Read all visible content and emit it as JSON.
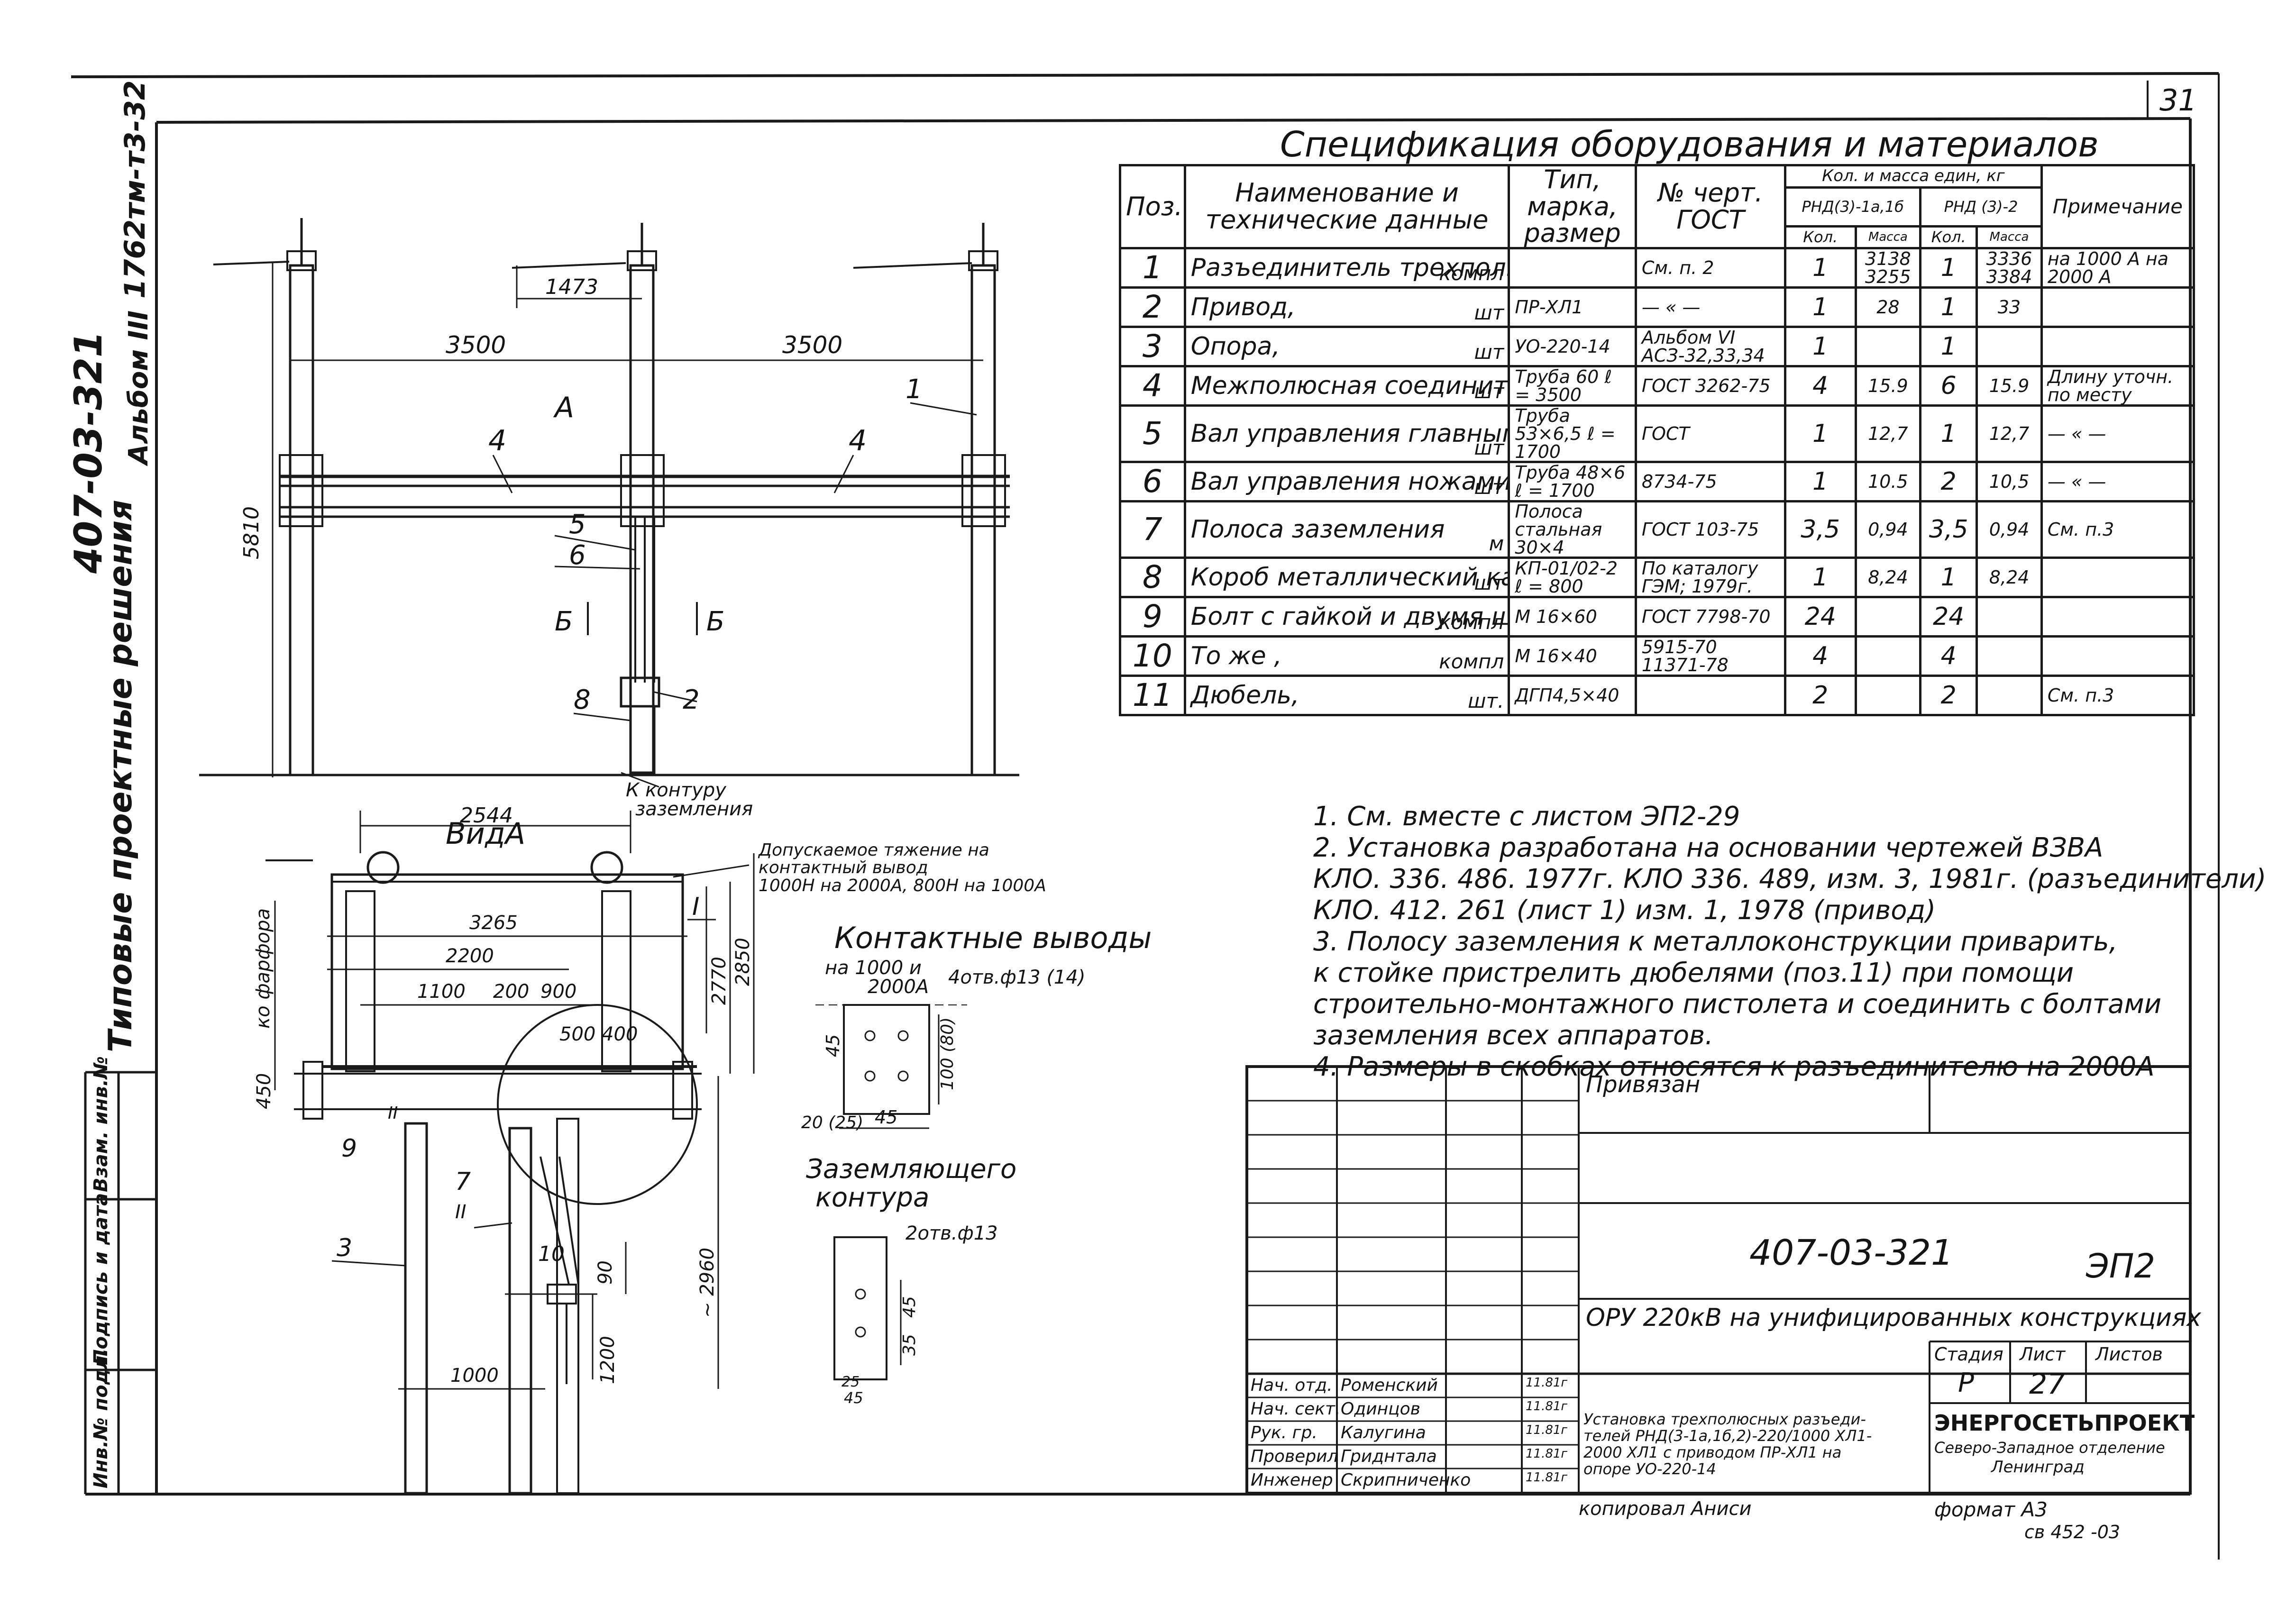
{
  "sheet": {
    "page_number": "31",
    "album_code": "1762тм-т3-32",
    "album_label": "Альбом III",
    "project_code_side": "407-03-321",
    "side_title": "Типовые проектные решения",
    "inv_labels": [
      "Инв.№ подл.",
      "Подпись и дата",
      "Взам. инв.№"
    ]
  },
  "drawing": {
    "dim_1473": "1473",
    "dim_3500_left": "3500",
    "dim_3500_right": "3500",
    "dim_5810": "5810",
    "label_A": "А",
    "label_B_left": "Б",
    "label_B_right": "Б",
    "contour_label_1": "К контуру",
    "contour_label_2": "заземления",
    "callouts": [
      "1",
      "4",
      "4",
      "5",
      "6",
      "2",
      "8"
    ],
    "view_title": "ВидА",
    "dim_2544": "2544",
    "dim_3265": "3265",
    "dim_2200": "2200",
    "dim_1100": "1100",
    "dim_200": "200",
    "dim_900": "900",
    "dim_500_400": "500 400",
    "dim_2770": "2770",
    "dim_2850": "2850",
    "dim_450": "450",
    "dim_2960": "~ 2960",
    "dim_1000": "1000",
    "dim_1200": "1200",
    "dim_90": "90",
    "porcelain": "ко фарфора",
    "roman_I": "I",
    "roman_II": "II",
    "view_callouts": [
      "9",
      "3",
      "7",
      "II",
      "10"
    ],
    "tension_note": [
      "Допускаемое тяжение на",
      "контактный вывод",
      "1000Н на 2000А, 800Н на 1000А"
    ],
    "contact_title": "Контактные выводы",
    "contact_sub1": "на 1000 и",
    "contact_sub2": "2000А",
    "contact_holes": "4отв.ф13 (14)",
    "contact_dims": [
      "45",
      "100 (80)",
      "20 (25)",
      "45"
    ],
    "ground_title1": "Заземляющего",
    "ground_title2": "контура",
    "ground_holes": "2отв.ф13",
    "ground_dims": [
      "45",
      "35",
      "45",
      "25"
    ]
  },
  "spec": {
    "title": "Спецификация оборудования и материалов",
    "headers": {
      "pos": "Поз.",
      "name": "Наименование и технические данные",
      "type": "Тип, марка, размер",
      "doc": "№ черт. ГОСТ",
      "qty_mass": "Кол. и масса един, кг",
      "rnd1": "РНД(3)-1а,1б",
      "rnd2": "РНД (3)-2",
      "qty": "Кол.",
      "mass": "Масса",
      "note": "Примечание"
    },
    "rows": [
      {
        "pos": "1",
        "name": "Разъединитель трехполюсный,",
        "unit": "компл",
        "type": "",
        "doc": "См. п. 2",
        "q1": "1",
        "m1": "3138 3255",
        "q2": "1",
        "m2": "3336 3384",
        "note": "на 1000 А на 2000 А"
      },
      {
        "pos": "2",
        "name": "Привод,",
        "unit": "шт",
        "type": "ПР-ХЛ1",
        "doc": "— « —",
        "q1": "1",
        "m1": "28",
        "q2": "1",
        "m2": "33",
        "note": ""
      },
      {
        "pos": "3",
        "name": "Опора,",
        "unit": "шт",
        "type": "УО-220-14",
        "doc": "Альбом VI АСЗ-32,33,34",
        "q1": "1",
        "m1": "",
        "q2": "1",
        "m2": "",
        "note": ""
      },
      {
        "pos": "4",
        "name": "Межполюсная соединительная тяга,",
        "unit": "шт",
        "type": "Труба 60 ℓ = 3500",
        "doc": "ГОСТ 3262-75",
        "q1": "4",
        "m1": "15.9",
        "q2": "6",
        "m2": "15.9",
        "note": "Длину уточн. по месту"
      },
      {
        "pos": "5",
        "name": "Вал управления главными ножами,",
        "unit": "шт",
        "type": "Труба 53×6,5 ℓ = 1700",
        "doc": "ГОСТ",
        "q1": "1",
        "m1": "12,7",
        "q2": "1",
        "m2": "12,7",
        "note": "— « —"
      },
      {
        "pos": "6",
        "name": "Вал управления ножами заземления",
        "unit": "шт",
        "type": "Труба 48×6 ℓ = 1700",
        "doc": "8734-75",
        "q1": "1",
        "m1": "10.5",
        "q2": "2",
        "m2": "10,5",
        "note": "— « —"
      },
      {
        "pos": "7",
        "name": "Полоса заземления",
        "unit": "м",
        "type": "Полоса стальная 30×4",
        "doc": "ГОСТ 103-75",
        "q1": "3,5",
        "m1": "0,94",
        "q2": "3,5",
        "m2": "0,94",
        "note": "См. п.3"
      },
      {
        "pos": "8",
        "name": "Короб металлический кабельный,",
        "unit": "шт",
        "type": "КП-01/02-2 ℓ = 800",
        "doc": "По каталогу ГЭМ; 1979г.",
        "q1": "1",
        "m1": "8,24",
        "q2": "1",
        "m2": "8,24",
        "note": ""
      },
      {
        "pos": "9",
        "name": "Болт с гайкой и двумя шайбами,",
        "unit": "компл",
        "type": "М 16×60",
        "doc": "ГОСТ 7798-70",
        "q1": "24",
        "m1": "",
        "q2": "24",
        "m2": "",
        "note": ""
      },
      {
        "pos": "10",
        "name": "То же ,",
        "unit": "компл",
        "type": "М 16×40",
        "doc": "5915-70 11371-78",
        "q1": "4",
        "m1": "",
        "q2": "4",
        "m2": "",
        "note": ""
      },
      {
        "pos": "11",
        "name": "Дюбель,",
        "unit": "шт.",
        "type": "ДГП4,5×40",
        "doc": "",
        "q1": "2",
        "m1": "",
        "q2": "2",
        "m2": "",
        "note": "См. п.3"
      }
    ]
  },
  "notes": [
    "1. См. вместе с листом ЭП2-29",
    "2. Установка разработана на основании чертежей ВЗВА",
    "    КЛО. 336. 486. 1977г.  КЛО 336. 489, изм. 3, 1981г. (разъединители)",
    "    КЛО. 412. 261 (лист 1) изм. 1, 1978 (привод)",
    "3. Полосу заземления к металлоконструкции приварить,",
    "    к стойке пристрелить дюбелями (поз.11) при помощи",
    "    строительно-монтажного пистолета и соединить с болтами",
    "    заземления всех аппаратов.",
    "4. Размеры в скобках относятся к разъединителю на 2000А"
  ],
  "stamp": {
    "privyazan": "Привязан",
    "doc_code": "407-03-321",
    "sheet_code": "ЭП2",
    "title": "ОРУ 220кВ на унифицированных конструкциях",
    "stage_h": "Стадия",
    "sheet_h": "Лист",
    "sheets_h": "Листов",
    "stage": "Р",
    "sheet": "27",
    "sheets": "",
    "sheet_desc": [
      "Установка трехполюсных разъеди-",
      "телей РНД(3-1а,1б,2)-220/1000 ХЛ1-",
      "2000 ХЛ1 с приводом ПР-ХЛ1 на",
      "опоре УО-220-14"
    ],
    "org": "ЭНЕРГОСЕТЬПРОЕКТ",
    "org_div": "Северо-Западное отделение",
    "org_city": "Ленинград",
    "signatures": [
      {
        "role": "Нач. отд.",
        "name": "Роменский",
        "date": "11.81г"
      },
      {
        "role": "Нач. сект.",
        "name": "Одинцов",
        "date": "11.81г"
      },
      {
        "role": "Рук. гр.",
        "name": "Калугина",
        "date": "11.81г"
      },
      {
        "role": "Проверил",
        "name": "Гриднтала",
        "date": "11.81г"
      },
      {
        "role": "Инженер",
        "name": "Скрипниченко",
        "date": "11.81г"
      }
    ],
    "copied": "копировал Аниси",
    "format": "формат А3",
    "bottom_code": "св 452 -03"
  }
}
